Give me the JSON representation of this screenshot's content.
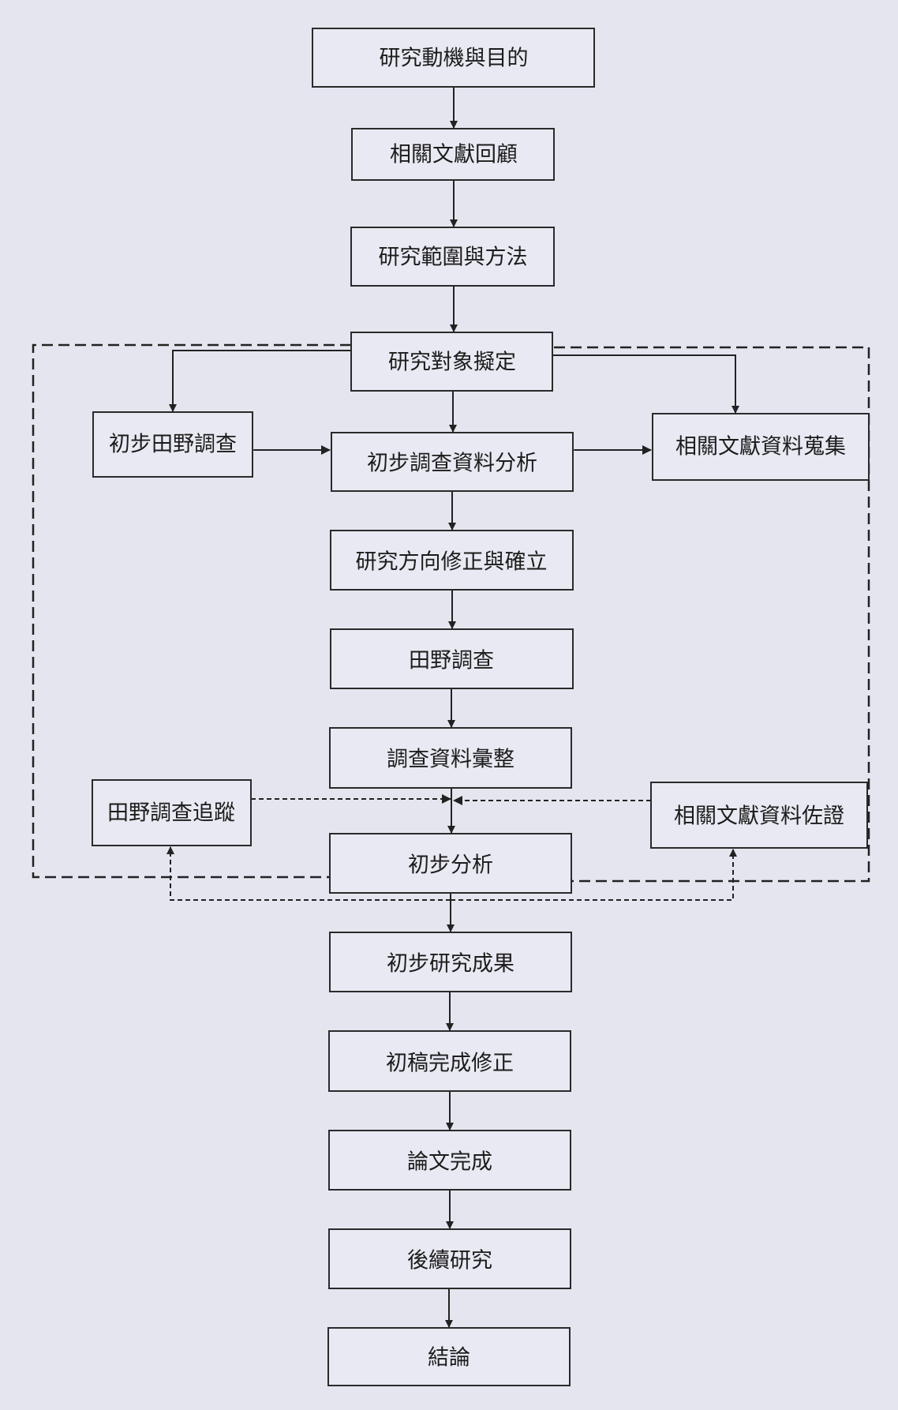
{
  "diagram": {
    "type": "research-flowchart",
    "nodes": [
      {
        "id": "motivation",
        "label": "研究動機與目的"
      },
      {
        "id": "literature",
        "label": "相關文獻回顧"
      },
      {
        "id": "scope",
        "label": "研究範圍與方法"
      },
      {
        "id": "subject",
        "label": "研究對象擬定"
      },
      {
        "id": "prelim_field",
        "label": "初步田野調查"
      },
      {
        "id": "prelim_analysis_data",
        "label": "初步調查資料分析"
      },
      {
        "id": "lit_collect",
        "label": "相關文獻資料蒐集"
      },
      {
        "id": "direction",
        "label": "研究方向修正與確立"
      },
      {
        "id": "field",
        "label": "田野調查"
      },
      {
        "id": "compile",
        "label": "調查資料彙整"
      },
      {
        "id": "field_track",
        "label": "田野調查追蹤"
      },
      {
        "id": "lit_verify",
        "label": "相關文獻資料佐證"
      },
      {
        "id": "prelim_analysis",
        "label": "初步分析"
      },
      {
        "id": "prelim_results",
        "label": "初步研究成果"
      },
      {
        "id": "draft",
        "label": "初稿完成修正"
      },
      {
        "id": "thesis",
        "label": "論文完成"
      },
      {
        "id": "future",
        "label": "後續研究"
      },
      {
        "id": "conclusion",
        "label": "結論"
      }
    ]
  }
}
